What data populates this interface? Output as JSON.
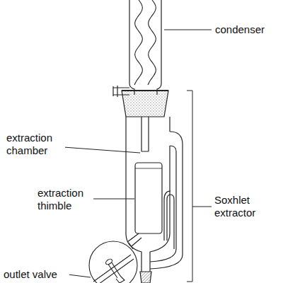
{
  "diagram": {
    "labels": [
      "condenser",
      "extraction chamber",
      "extraction thimble",
      "Soxhlet extractor",
      "outlet valve"
    ]
  }
}
